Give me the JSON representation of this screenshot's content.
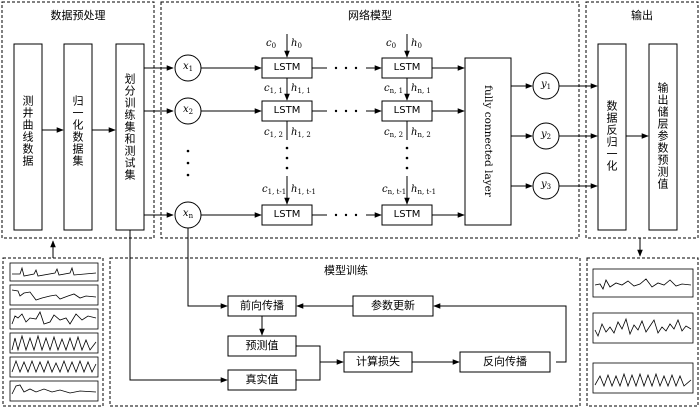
{
  "sections": {
    "preprocess_title": "数据预处理",
    "network_title": "网络模型",
    "output_title": "输出",
    "training_title": "模型训练"
  },
  "preprocess": {
    "box_log_data": "测井曲线数据",
    "box_normalize": "归一化数据集",
    "box_split": "划分训练集和测试集"
  },
  "network": {
    "lstm_label": "LSTM",
    "fc_label": "fully connected layer",
    "inputs": [
      {
        "var": "x",
        "sub": "1"
      },
      {
        "var": "x",
        "sub": "2"
      },
      {
        "var": "x",
        "sub": "n"
      }
    ],
    "outputs": [
      {
        "var": "y",
        "sub": "1"
      },
      {
        "var": "y",
        "sub": "2"
      },
      {
        "var": "y",
        "sub": "3"
      }
    ],
    "top_states_first": {
      "c": "0",
      "h": "0"
    },
    "top_states_last": {
      "c": "0",
      "h": "0"
    },
    "row_states_first": [
      {
        "c": "1, 1",
        "h": "1, 1"
      },
      {
        "c": "1, 2",
        "h": "1, 2"
      },
      {
        "c": "1, t-1",
        "h": "1, t-1"
      }
    ],
    "row_states_last": [
      {
        "c": "n, 1",
        "h": "n, 1"
      },
      {
        "c": "n, 2",
        "h": "n, 2"
      },
      {
        "c": "n, t-1",
        "h": "n, t-1"
      }
    ]
  },
  "output": {
    "box_denorm": "数据反归一化",
    "box_predict": "输出储层参数预测值"
  },
  "training": {
    "forward": "前向传播",
    "update": "参数更新",
    "predicted": "预测值",
    "loss": "计算损失",
    "backward": "反向传播",
    "actual": "真实值"
  }
}
